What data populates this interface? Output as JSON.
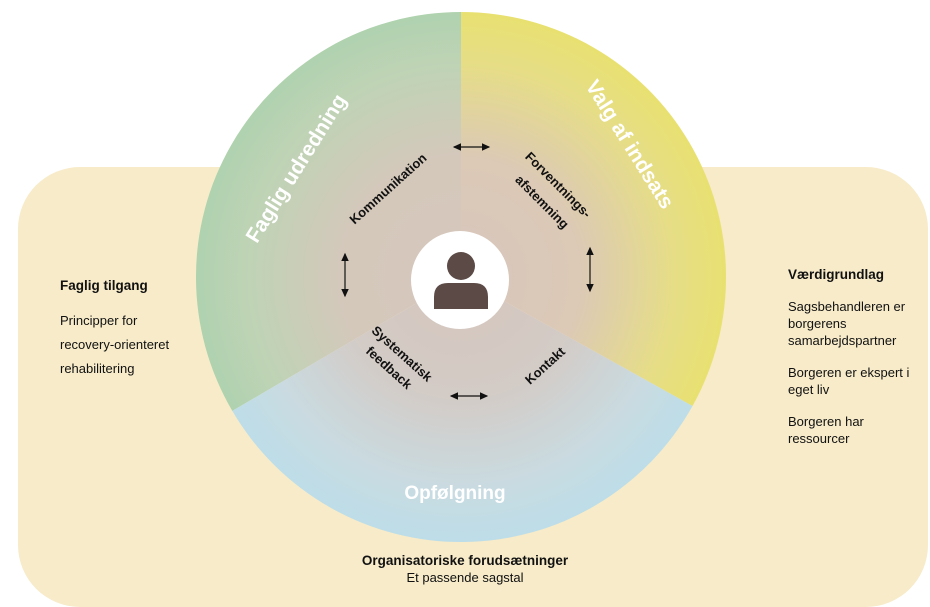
{
  "sectors": {
    "faglig_udredning": "Faglig udredning",
    "valg_af_indsats": "Valg af indsats",
    "opfolgning": "Opfølgning"
  },
  "inner": {
    "kommunikation": "Kommunikation",
    "forventning_line1": "Forventnings-",
    "forventning_line2": "afstemning",
    "systematisk_line1": "Systematisk",
    "systematisk_line2": "feedback",
    "kontakt": "Kontakt"
  },
  "left_panel": {
    "heading": "Faglig tilgang",
    "lines": [
      "Principper for",
      "recovery-orienteret",
      "rehabilitering"
    ]
  },
  "right_panel": {
    "heading": "Værdigrundlag",
    "items": [
      "Sagsbehandleren er borgerens samarbejdspartner",
      "Borgeren er ekspert i eget liv",
      "Borgeren har ressourcer"
    ]
  },
  "bottom_panel": {
    "heading": "Organisatoriske forudsætninger",
    "sub": "Et passende sagstal"
  },
  "icons": {
    "center": "person-icon",
    "arrows": "double-arrow-icon"
  },
  "colors": {
    "background_panel": "#f7ebc9",
    "sector_green": "#b5d6b2",
    "sector_yellow": "#e6df72",
    "sector_blue": "#c0dde8",
    "center_tone": "#d6c6bc",
    "person_icon": "#5b4a45"
  }
}
